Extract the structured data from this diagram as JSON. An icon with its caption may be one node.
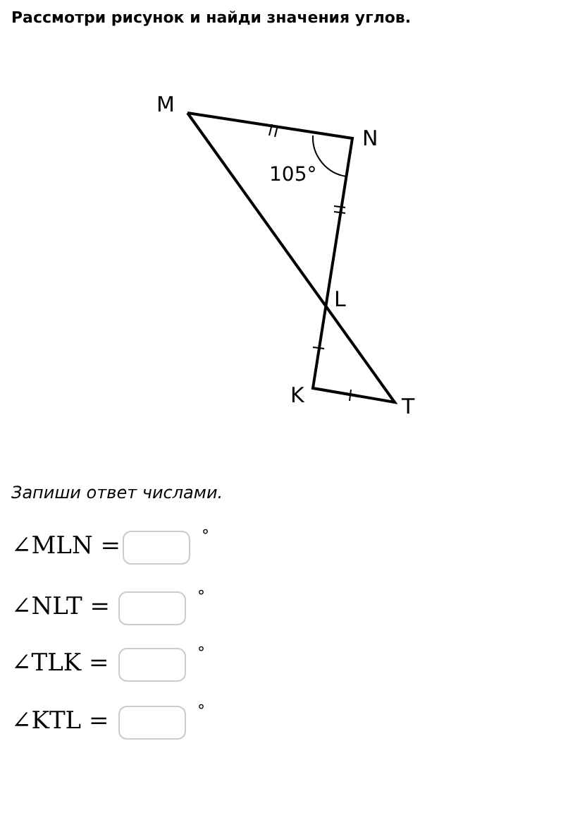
{
  "diagram": {
    "title": "Рассмотри рисунок и найди значения углов.",
    "labels": [
      "M",
      "N",
      "105°",
      "L",
      "K",
      "T",
      "Запиши ответ числами.",
      "∠MLN =",
      "°",
      "∠NLT =",
      "°",
      "∠TLK =",
      "°",
      "∠KTL =",
      "°"
    ]
  }
}
